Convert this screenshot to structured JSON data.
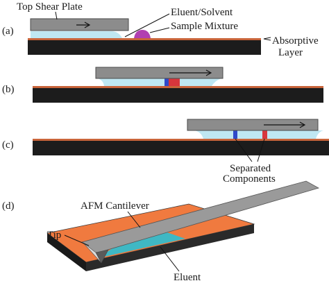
{
  "panels": {
    "a": {
      "label": "(a)",
      "top_shear_plate": "Top Shear Plate",
      "mixture_line1": "Eluent/Solvent",
      "mixture_line2": "Sample Mixture",
      "absorptive_line1": "Absorptive",
      "absorptive_line2": "Layer"
    },
    "b": {
      "label": "(b)"
    },
    "c": {
      "label": "(c)",
      "separated_line1": "Separated",
      "separated_line2": "Components"
    },
    "d": {
      "label": "(d)",
      "afm_cantilever": "AFM Cantilever",
      "tip": "Tip",
      "eluent": "Eluent"
    }
  },
  "colors": {
    "plate": "#8c8c8c",
    "plate_edge": "#4a4a4a",
    "eluent": "#bfe7f2",
    "substrate": "#1c1c1c",
    "absorptive": "#c8643a",
    "sample_purple": "#b13fb1",
    "component_blue": "#2f49c9",
    "component_red": "#d8363c",
    "block_top": "#f07a3f",
    "block_side": "#2a2a2a",
    "cantilever": "#9a9a9a",
    "eluent_afm": "#3fb8c4"
  }
}
